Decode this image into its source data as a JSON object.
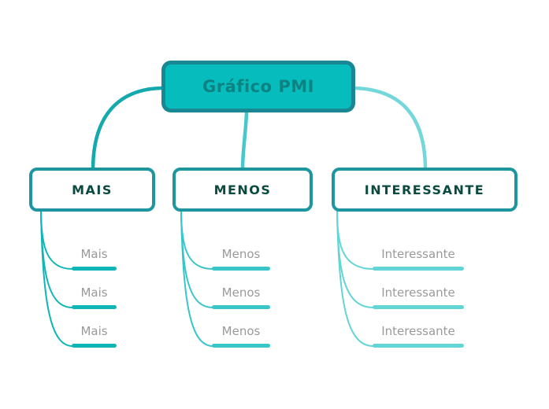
{
  "canvas": {
    "background": "#ffffff"
  },
  "root_node": {
    "label": "Gráfico PMI",
    "fill": "#07bcbc",
    "border_color": "#1a8795",
    "text_color": "#0e8181"
  },
  "leaf_text_color": "#9a9a9a",
  "branches": [
    {
      "label": "MAIS",
      "node_border": "#1e96a0",
      "label_color": "#0a4a3f",
      "curve_color": "#13a9ad",
      "accent": "#10b6b6",
      "children": [
        {
          "label": "Mais"
        },
        {
          "label": "Mais"
        },
        {
          "label": "Mais"
        }
      ]
    },
    {
      "label": "MENOS",
      "node_border": "#1e96a0",
      "label_color": "#0a4a3f",
      "curve_color": "#48c8cb",
      "accent": "#38c6c9",
      "children": [
        {
          "label": "Menos"
        },
        {
          "label": "Menos"
        },
        {
          "label": "Menos"
        }
      ]
    },
    {
      "label": "INTERESSANTE",
      "node_border": "#1e96a0",
      "label_color": "#0a4a3f",
      "curve_color": "#74d8da",
      "accent": "#64d5d7",
      "children": [
        {
          "label": "Interessante"
        },
        {
          "label": "Interessante"
        },
        {
          "label": "Interessante"
        }
      ]
    }
  ]
}
